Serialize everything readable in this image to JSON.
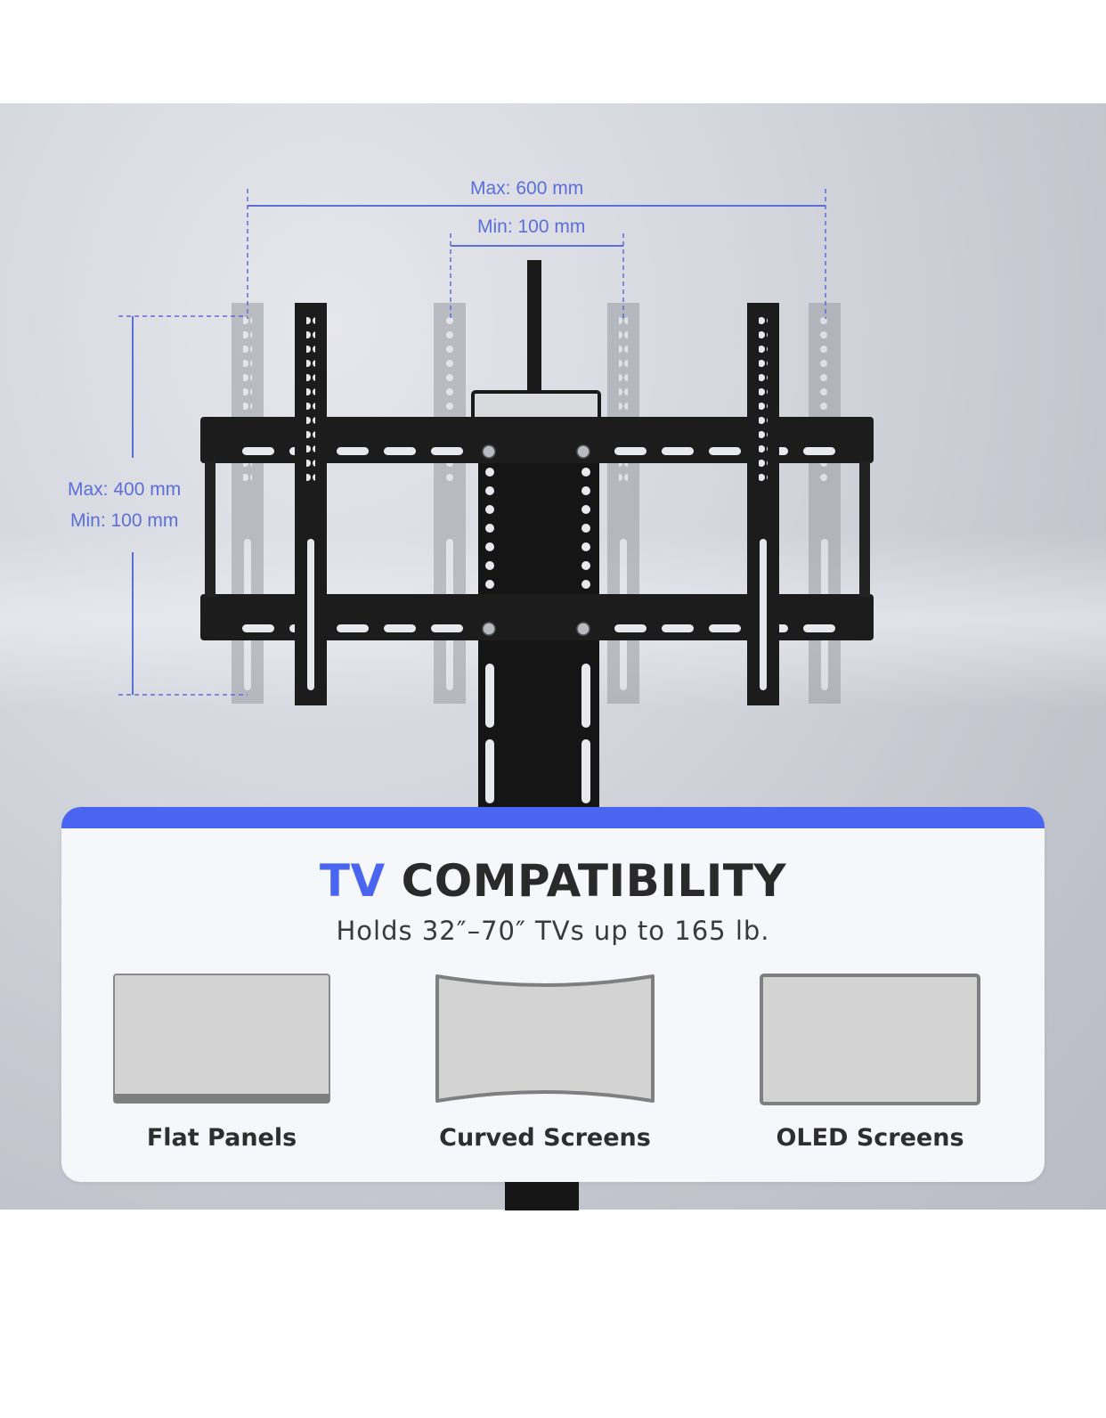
{
  "diagram": {
    "horizontal_dimension": {
      "max_label": "Max: 600 mm",
      "min_label": "Min: 100 mm"
    },
    "vertical_dimension": {
      "max_label": "Max: 400 mm",
      "min_label": "Min: 100 mm"
    },
    "colors": {
      "dimension_line": "#5a6fd8",
      "bracket": "#1c1c1c",
      "ghost_bracket": "#a9abb2"
    }
  },
  "card": {
    "title_accent": "TV",
    "title_rest": "COMPATIBILITY",
    "subtitle": "Holds 32″–70″ TVs up to 165 lb.",
    "accent_color": "#4a66f0",
    "types": [
      {
        "label": "Flat Panels",
        "icon": "flat-panel-tv-icon"
      },
      {
        "label": "Curved Screens",
        "icon": "curved-screen-tv-icon"
      },
      {
        "label": "OLED Screens",
        "icon": "oled-screen-tv-icon"
      }
    ]
  }
}
